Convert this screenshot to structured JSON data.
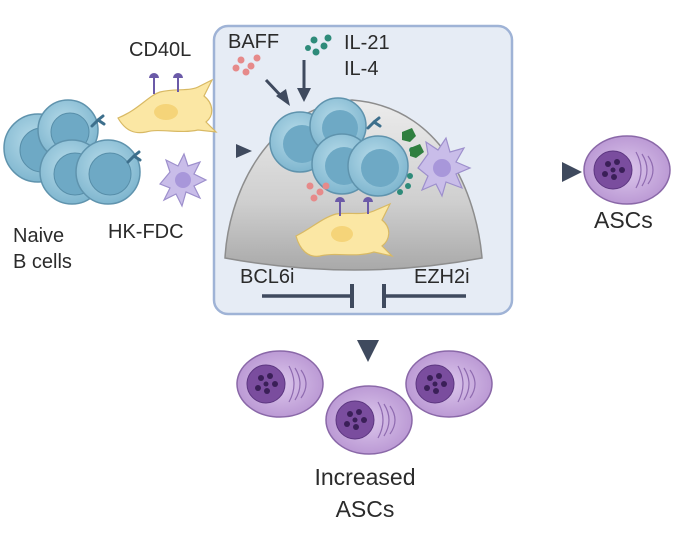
{
  "labels": {
    "cd40l": "CD40L",
    "baff": "BAFF",
    "il21": "IL-21",
    "il4": "IL-4",
    "naive_line1": "Naive",
    "naive_line2": "B cells",
    "hkfdc": "HK-FDC",
    "ascs": "ASCs",
    "bcl6i": "BCL6i",
    "ezh2i": "EZH2i",
    "increased_line1": "Increased",
    "increased_line2": "ASCs"
  },
  "colors": {
    "bcell_outer": "#8fc3d9",
    "bcell_inner": "#6aa6c4",
    "stromal": "#fbe7a4",
    "fdc": "#c9bde9",
    "asc_outer": "#c7a7dd",
    "asc_nucleus": "#7a4d9e",
    "dome": "#c9c9c9",
    "box_fill": "#e6ecf5",
    "box_stroke": "#9fb3d6",
    "arrow": "#3f4a5e"
  }
}
